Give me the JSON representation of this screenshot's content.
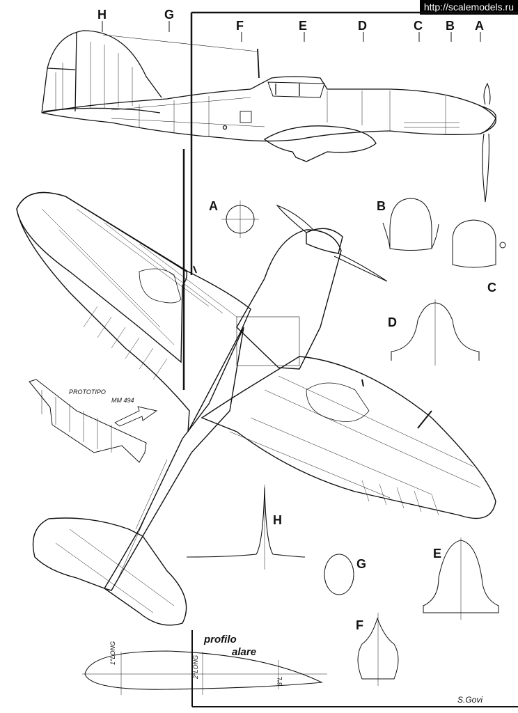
{
  "watermark": "http://scalemodels.ru",
  "stations": [
    "H",
    "G",
    "F",
    "E",
    "D",
    "C",
    "B",
    "A"
  ],
  "sections": {
    "A": "A",
    "B": "B",
    "C": "C",
    "D": "D",
    "E": "E",
    "F": "F",
    "G": "G",
    "H": "H"
  },
  "prototype": {
    "line1": "PROTOTIPO",
    "line2": "MM 494"
  },
  "airfoil": {
    "title_line1": "profilo",
    "title_line2": "alare",
    "spar1": "1°LONG",
    "spar2": "2°LONG",
    "spar3": "3°L"
  },
  "signature": "S.Govi"
}
